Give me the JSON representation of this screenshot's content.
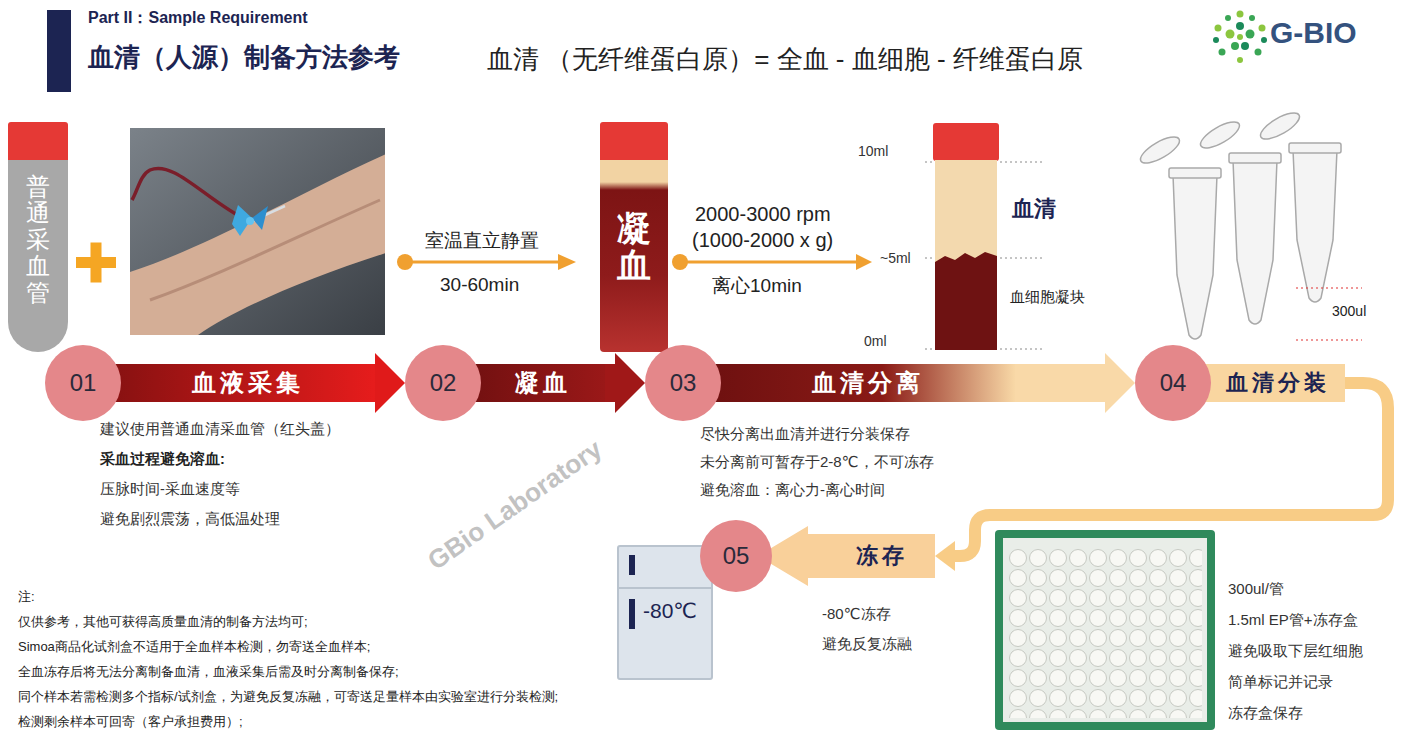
{
  "diagram": {
    "title": "血清（人源）制备方法参考",
    "nodes": [
      {
        "text": [
          "普通采血管"
        ]
      },
      {
        "text": [
          "凝血"
        ]
      },
      {
        "text": [
          "01",
          "血液采集"
        ]
      },
      {
        "text": [
          "02",
          "凝血"
        ]
      },
      {
        "text": [
          "03",
          "血清分离"
        ]
      },
      {
        "text": [
          "04",
          "血清分装"
        ]
      },
      {
        "text": [
          "05",
          "冻存"
        ]
      },
      {
        "text": [
          "-80℃"
        ]
      }
    ],
    "edges": [
      {
        "from": 2,
        "to": 3,
        "arrow": "to"
      },
      {
        "from": 3,
        "to": 4,
        "arrow": "to"
      },
      {
        "from": 4,
        "to": 5,
        "arrow": "to"
      },
      {
        "from": 5,
        "to": 6,
        "arrow": "to"
      }
    ],
    "labels": [
      "Part II：Sample Requirement",
      "血清 （无纤维蛋白原）= 全血 - 血细胞 - 纤维蛋白原",
      "G-BIO",
      "室温直立静置",
      "30-60min",
      "2000-3000 rpm",
      "(1000-2000 x g)",
      "离心10min",
      "10ml",
      "~5ml",
      "0ml",
      "血清",
      "血细胞凝块",
      "300ul",
      "建议使用普通血清采血管（红头盖）",
      "采血过程避免溶血:",
      "压脉时间-采血速度等",
      "避免剧烈震荡，高低温处理",
      "尽快分离出血清并进行分装保存",
      "未分离前可暂存于2-8℃，不可冻存",
      "避免溶血：离心力-离心时间",
      "-80℃冻存",
      "避免反复冻融",
      "300ul/管",
      "1.5ml EP管+冻存盒",
      "避免吸取下层红细胞",
      "简单标记并记录",
      "冻存盒保存",
      "注:",
      "仅供参考，其他可获得高质量血清的制备方法均可;",
      "Simoa商品化试剂盒不适用于全血样本检测，勿寄送全血样本;",
      "全血冻存后将无法分离制备血清，血液采集后需及时分离制备保存;",
      "同个样本若需检测多个指标/试剂盒，为避免反复冻融，可寄送足量样本由实验室进行分装检测;",
      "检测剩余样本可回寄（客户承担费用）;",
      "GBio Laboratory"
    ]
  }
}
